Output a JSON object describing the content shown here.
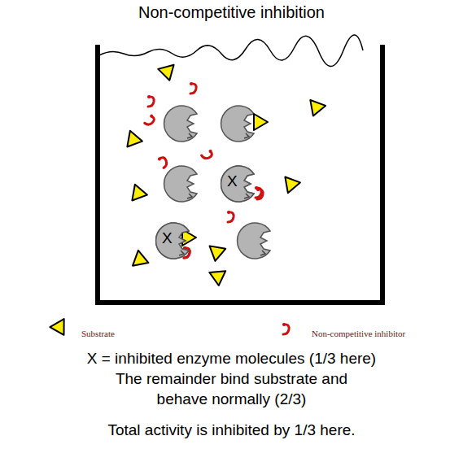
{
  "diagram": {
    "title": "Non-competitive inhibition",
    "nodes": [
      {
        "text": [
          "X"
        ]
      },
      {
        "text": [
          "X"
        ]
      }
    ],
    "labels": [
      "X = inhibited enzyme molecules (1/3 here)",
      "The remainder bind substrate and behave normally (2/3)",
      "Total activity is inhibited by 1/3 here."
    ],
    "legend": [
      {
        "text": "Substrate"
      },
      {
        "text": "Non-competitive inhibitor"
      }
    ]
  }
}
